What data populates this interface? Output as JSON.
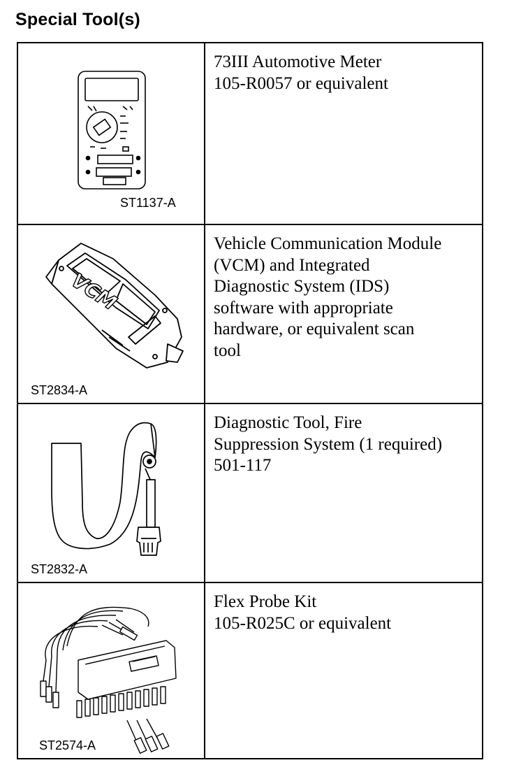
{
  "page": {
    "title": "Special Tool(s)"
  },
  "tools": [
    {
      "figure_id": "ST1137-A",
      "icon": "multimeter-icon",
      "lines": [
        "73III Automotive Meter",
        "105-R0057 or equivalent"
      ]
    },
    {
      "figure_id": "ST2834-A",
      "icon": "vcm-module-icon",
      "vcm_logo": "VCM",
      "lines": [
        "Vehicle Communication Module",
        "(VCM) and Integrated",
        "Diagnostic System (IDS)",
        "software with appropriate",
        "hardware, or equivalent scan",
        "tool"
      ]
    },
    {
      "figure_id": "ST2832-A",
      "icon": "diagnostic-cable-icon",
      "lines": [
        "Diagnostic Tool, Fire",
        "Suppression System (1 required)",
        "501-117"
      ]
    },
    {
      "figure_id": "ST2574-A",
      "icon": "flex-probe-kit-icon",
      "lines": [
        "Flex Probe Kit",
        "105-R025C or equivalent"
      ]
    }
  ]
}
